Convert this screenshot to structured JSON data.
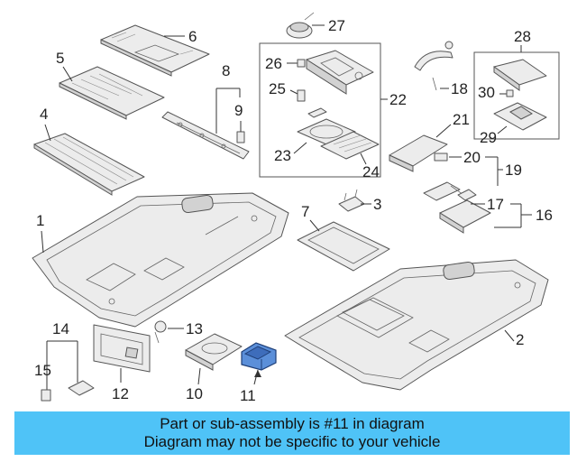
{
  "labels": {
    "n1": "1",
    "n2": "2",
    "n3": "3",
    "n4": "4",
    "n5": "5",
    "n6": "6",
    "n7": "7",
    "n8": "8",
    "n9": "9",
    "n10": "10",
    "n11": "11",
    "n12": "12",
    "n13": "13",
    "n14": "14",
    "n15": "15",
    "n16": "16",
    "n17": "17",
    "n18": "18",
    "n19": "19",
    "n20": "20",
    "n21": "21",
    "n22": "22",
    "n23": "23",
    "n24": "24",
    "n25": "25",
    "n26": "26",
    "n27": "27",
    "n28": "28",
    "n29": "29",
    "n30": "30"
  },
  "highlight_color": "#5b8fd9",
  "caption": {
    "line1": "Part or sub-assembly is #11 in diagram",
    "line2": "Diagram may not be specific to your vehicle",
    "background": "#4fc3f7"
  }
}
